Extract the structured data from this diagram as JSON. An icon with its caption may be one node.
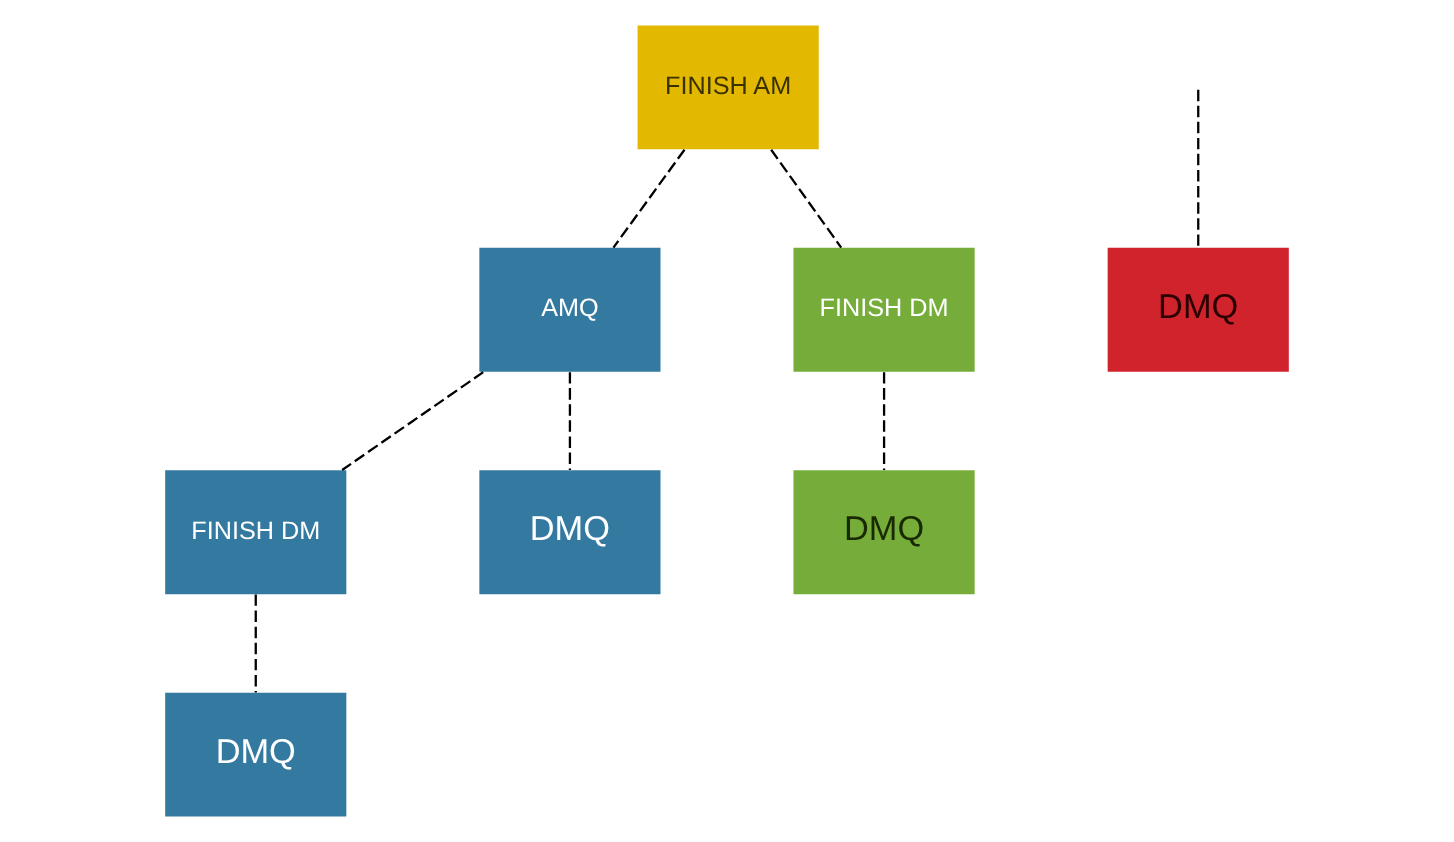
{
  "diagram": {
    "nodes": [
      {
        "text": [
          "FINISH AM"
        ]
      },
      {
        "text": [
          "DMQ"
        ]
      },
      {
        "text": [
          "AMQ"
        ]
      },
      {
        "text": [
          "FINISH DM"
        ]
      },
      {
        "text": [
          "FINISH DM"
        ]
      },
      {
        "text": [
          "DMQ"
        ]
      },
      {
        "text": [
          "DMQ"
        ]
      },
      {
        "text": [
          "DMQ"
        ]
      }
    ],
    "edges": [
      {
        "from": 0,
        "to": 2,
        "arrow": "none",
        "style": "dashed"
      },
      {
        "from": 0,
        "to": 3,
        "arrow": "none",
        "style": "dashed"
      },
      {
        "from": null,
        "to": 1,
        "arrow": "none",
        "style": "dashed"
      },
      {
        "from": 2,
        "to": 4,
        "arrow": "none",
        "style": "dashed"
      },
      {
        "from": 2,
        "to": 5,
        "arrow": "none",
        "style": "dashed"
      },
      {
        "from": 3,
        "to": 6,
        "arrow": "none",
        "style": "dashed"
      },
      {
        "from": 4,
        "to": 7,
        "arrow": "none",
        "style": "dashed"
      }
    ]
  }
}
